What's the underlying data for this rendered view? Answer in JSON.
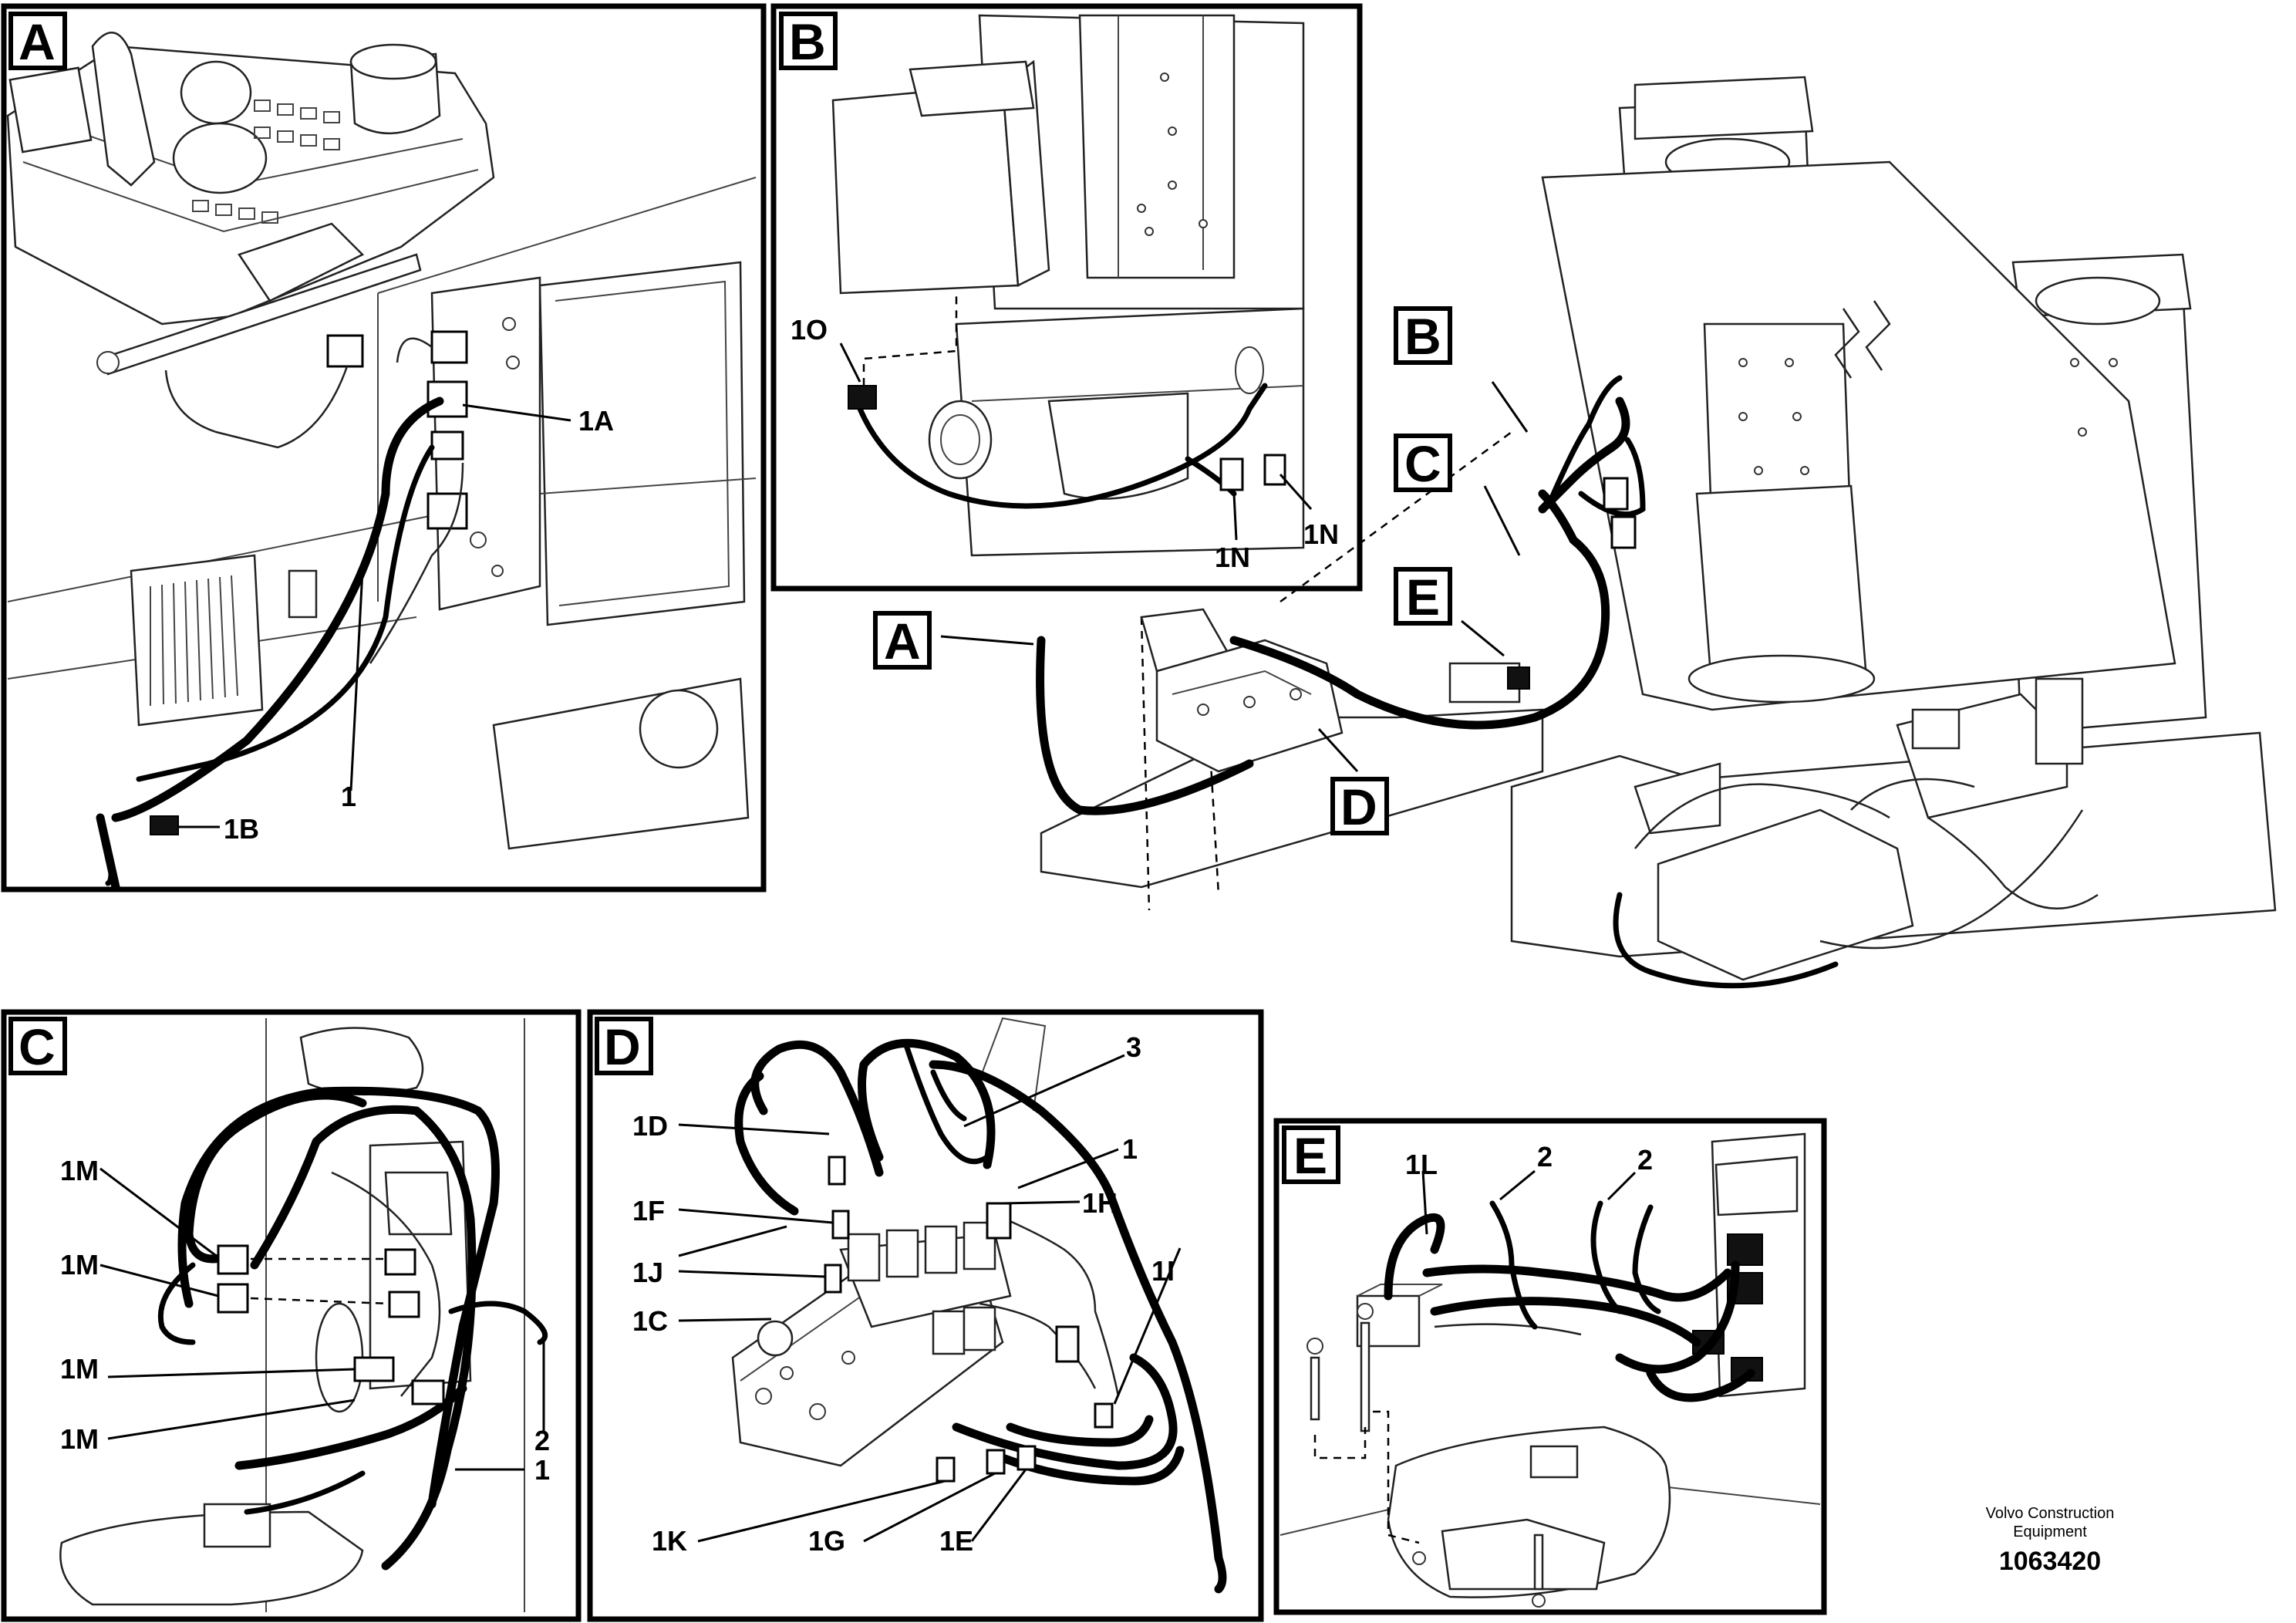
{
  "panels": {
    "a": {
      "tag": "A"
    },
    "b": {
      "tag": "B"
    },
    "c": {
      "tag": "C"
    },
    "d": {
      "tag": "D"
    },
    "e": {
      "tag": "E"
    }
  },
  "overview_tags": {
    "a": "A",
    "b": "B",
    "c": "C",
    "d": "D",
    "e": "E"
  },
  "callouts": {
    "a_1A": "1A",
    "a_1": "1",
    "a_1B": "1B",
    "b_1O": "1O",
    "b_1N_left": "1N",
    "b_1N_right": "1N",
    "c_1M_1": "1M",
    "c_1M_2": "1M",
    "c_1M_3": "1M",
    "c_1M_4": "1M",
    "c_2": "2",
    "c_1": "1",
    "d_3": "3",
    "d_1": "1",
    "d_1D": "1D",
    "d_1H": "1H",
    "d_1F": "1F",
    "d_1J": "1J",
    "d_1C": "1C",
    "d_1I": "1I",
    "d_1K": "1K",
    "d_1G": "1G",
    "d_1E": "1E",
    "e_1L": "1L",
    "e_2_left": "2",
    "e_2_right": "2"
  },
  "footer": {
    "brand_line1": "Volvo Construction",
    "brand_line2": "Equipment",
    "document_number": "1063420"
  }
}
